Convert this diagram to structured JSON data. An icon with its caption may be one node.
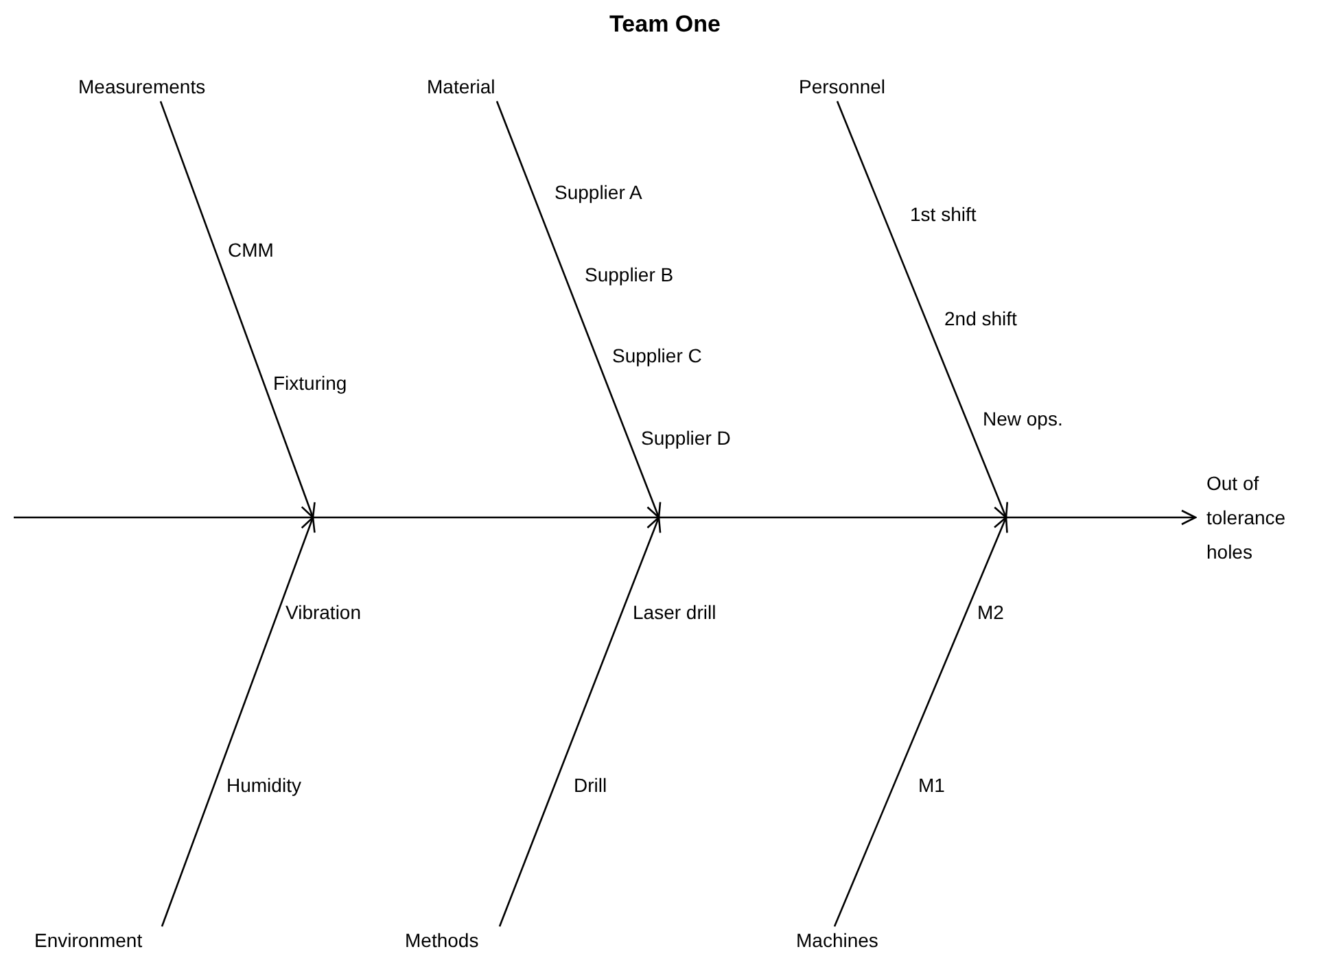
{
  "diagram": {
    "title": "Team One",
    "nodes": [
      {
        "text": [
          "Measurements"
        ]
      },
      {
        "text": [
          "Material"
        ]
      },
      {
        "text": [
          "Personnel"
        ]
      },
      {
        "text": [
          "Out of tolerance holes"
        ]
      },
      {
        "text": [
          "Environment"
        ]
      },
      {
        "text": [
          "Methods"
        ]
      },
      {
        "text": [
          "Machines"
        ]
      }
    ],
    "edges": [
      {
        "from": 0,
        "to": null,
        "arrow": "to"
      },
      {
        "from": 1,
        "to": null,
        "arrow": "to"
      },
      {
        "from": 2,
        "to": null,
        "arrow": "to"
      },
      {
        "from": null,
        "to": 3,
        "arrow": "to"
      },
      {
        "from": 4,
        "to": null,
        "arrow": "to"
      },
      {
        "from": 5,
        "to": null,
        "arrow": "to"
      },
      {
        "from": 6,
        "to": null,
        "arrow": "to"
      }
    ],
    "labels": [
      "CMM",
      "Fixturing",
      "Supplier A",
      "Supplier B",
      "Supplier C",
      "Supplier D",
      "1st shift",
      "2nd shift",
      "New ops.",
      "Vibration",
      "Humidity",
      "Laser drill",
      "Drill",
      "M2",
      "M1"
    ]
  }
}
